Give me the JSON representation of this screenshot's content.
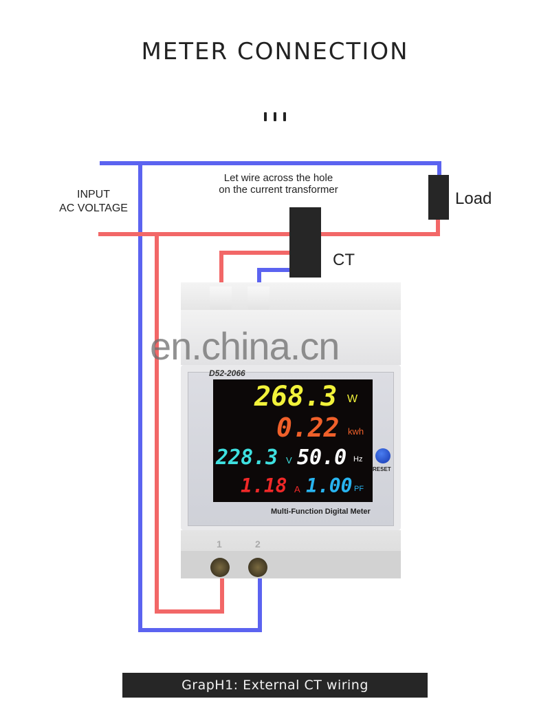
{
  "header": {
    "title": "METER CONNECTION"
  },
  "diagram": {
    "input_label_line1": "INPUT",
    "input_label_line2": "AC VOLTAGE",
    "ct_note_line1": "Let wire across the hole",
    "ct_note_line2": "on the current transformer",
    "load_label": "Load",
    "ct_label": "CT",
    "colors": {
      "live_wire": "#f26767",
      "neutral_wire": "#5b63f0",
      "component_box": "#262626"
    }
  },
  "meter": {
    "model": "D52-2066",
    "readings": {
      "power": {
        "value": "268.3",
        "unit": "W",
        "color": "#f2f23a"
      },
      "energy": {
        "value": "0.22",
        "unit": "kwh",
        "color": "#f0602a"
      },
      "voltage": {
        "value": "228.3",
        "unit": "V",
        "color": "#3ee0e0"
      },
      "frequency": {
        "value": "50.0",
        "unit": "Hz",
        "color": "#ffffff"
      },
      "current": {
        "value": "1.18",
        "unit": "A",
        "color": "#f02828"
      },
      "power_factor": {
        "value": "1.00",
        "unit": "PF",
        "color": "#28b4f0"
      }
    },
    "reset_label": "RESET",
    "name_label": "Multi-Function Digital Meter",
    "terminals": [
      "1",
      "2"
    ]
  },
  "watermark": "en.china.cn",
  "caption": "GrapH1:  External CT wiring"
}
